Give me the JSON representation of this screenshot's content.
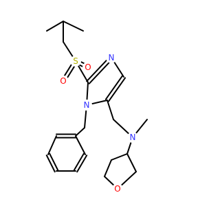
{
  "molecule": {
    "colors": {
      "bond": "#000000",
      "carbon": "#000000",
      "nitrogen": "#3333ff",
      "oxygen": "#ff0000",
      "sulfur": "#b2b200"
    },
    "atoms": [
      {
        "id": "S1",
        "symbol": "S",
        "name": "sulfonyl-sulfur",
        "color": "sulfur"
      },
      {
        "id": "O1",
        "symbol": "O",
        "name": "sulfonyl-oxygen-right",
        "color": "oxygen"
      },
      {
        "id": "O2",
        "symbol": "O",
        "name": "sulfonyl-oxygen-left",
        "color": "oxygen"
      },
      {
        "id": "N1",
        "symbol": "N",
        "name": "imidazole-nitrogen-top",
        "color": "nitrogen"
      },
      {
        "id": "N2",
        "symbol": "N",
        "name": "imidazole-nitrogen-benzyl",
        "color": "nitrogen"
      },
      {
        "id": "N3",
        "symbol": "N",
        "name": "amine-nitrogen",
        "color": "nitrogen"
      },
      {
        "id": "O3",
        "symbol": "O",
        "name": "tetrahydrofuran-oxygen",
        "color": "oxygen"
      }
    ]
  }
}
